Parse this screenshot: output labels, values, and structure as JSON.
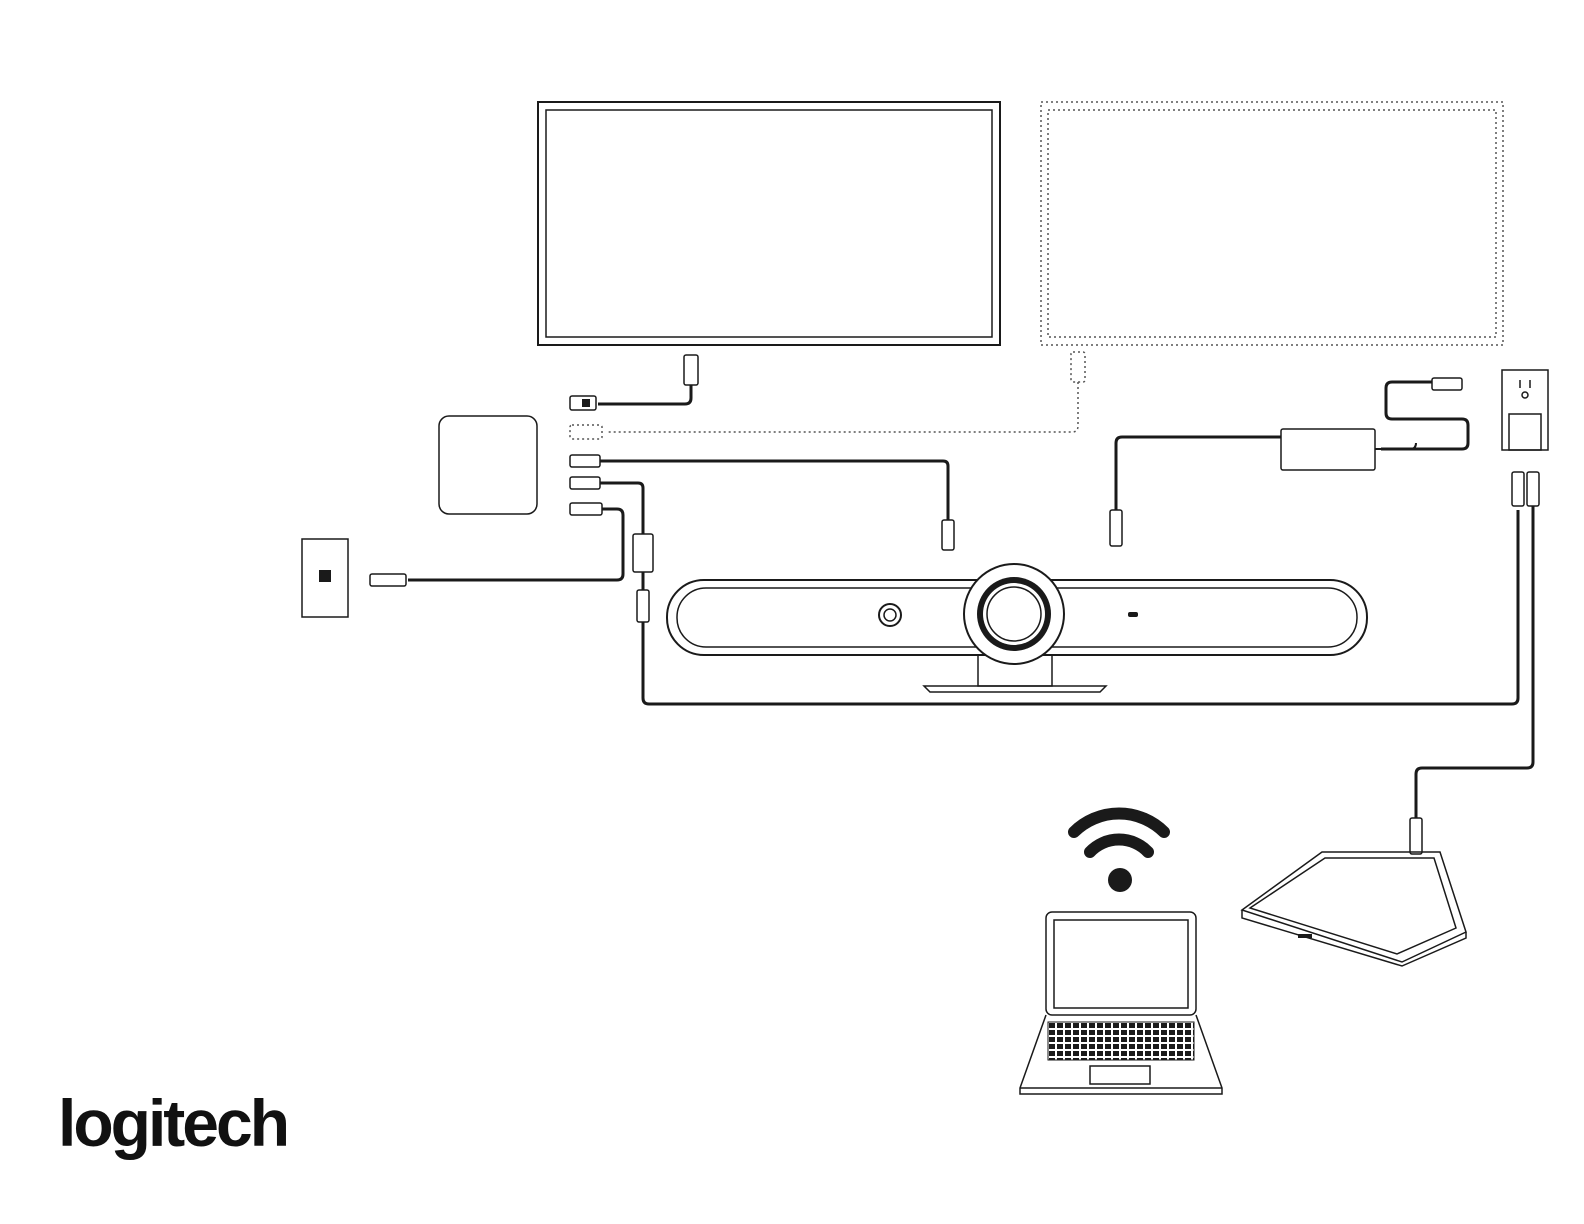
{
  "brand": {
    "name": "logitech",
    "registered_mark": "®"
  },
  "colors": {
    "line": "#1a1a1a",
    "dashed_line": "#555555",
    "background": "#ffffff"
  },
  "devices": [
    {
      "id": "primary-display",
      "icon": "monitor-icon",
      "style": "solid"
    },
    {
      "id": "secondary-display",
      "icon": "monitor-icon",
      "style": "dotted-optional"
    },
    {
      "id": "compute-box",
      "icon": "mini-pc-icon"
    },
    {
      "id": "ethernet-wall-jack",
      "icon": "network-jack-icon"
    },
    {
      "id": "video-bar",
      "icon": "video-bar-icon"
    },
    {
      "id": "power-adapter",
      "icon": "power-brick-icon"
    },
    {
      "id": "wall-outlet",
      "icon": "power-outlet-icon"
    },
    {
      "id": "touch-controller",
      "icon": "tablet-controller-icon"
    },
    {
      "id": "laptop",
      "icon": "laptop-icon"
    },
    {
      "id": "wifi",
      "icon": "wifi-icon"
    }
  ]
}
